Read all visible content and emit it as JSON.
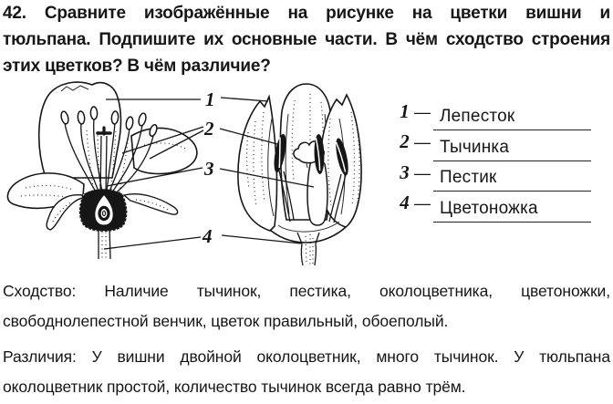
{
  "question": {
    "lines": [
      "42. Сравните изображённые на рисунке на цветки вишни и",
      "тюльпана. Подпишите их основные части. В чём сходство строения",
      "этих цветков? В чём различие?"
    ]
  },
  "diagram": {
    "callouts": [
      {
        "label": "1"
      },
      {
        "label": "2"
      },
      {
        "label": "3"
      },
      {
        "label": "4"
      }
    ]
  },
  "answers": {
    "items": [
      {
        "number": "1",
        "dash": "—",
        "label": "Лепесток"
      },
      {
        "number": "2",
        "dash": "—",
        "label": "Тычинка"
      },
      {
        "number": "3",
        "dash": "—",
        "label": "Пестик"
      },
      {
        "number": "4",
        "dash": "—",
        "label": "Цветоножка"
      }
    ]
  },
  "similarity": {
    "lines": [
      "Сходство: Наличие тычинок, пестика, околоцветника, цветоножки,",
      "свободнолепестной венчик, цветок правильный, обоеполый."
    ]
  },
  "difference": {
    "lines": [
      "Различия: У вишни двойной околоцветник, много тычинок. У тюльпана",
      "околоцветник простой, количество тычинок всегда равно трём."
    ]
  }
}
